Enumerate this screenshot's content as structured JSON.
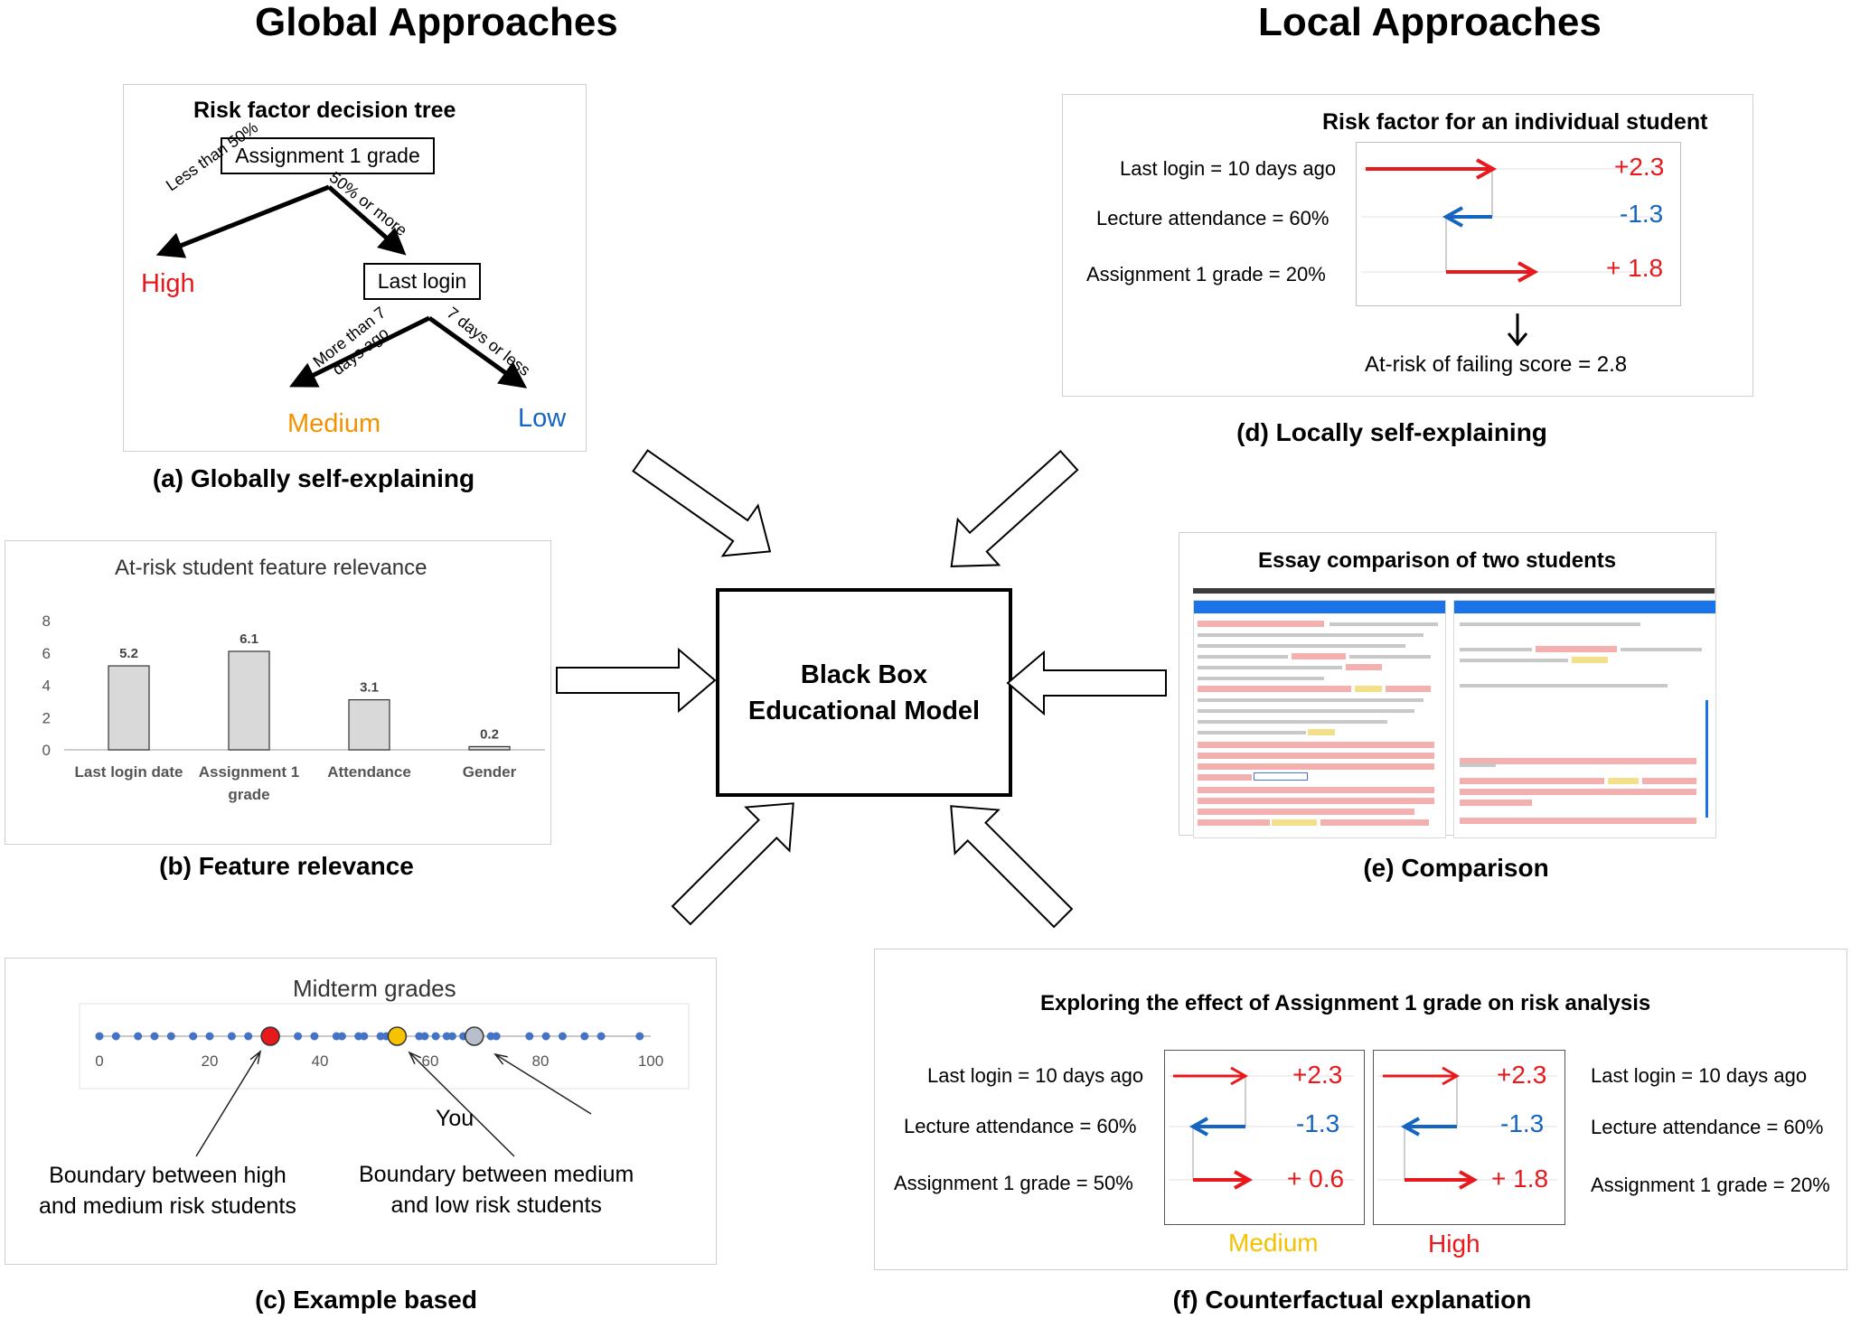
{
  "headings": {
    "global": "Global Approaches",
    "local": "Local Approaches"
  },
  "center": {
    "line1": "Black Box",
    "line2": "Educational Model"
  },
  "panel_a": {
    "caption": "(a) Globally self-explaining",
    "title": "Risk factor decision tree",
    "root": "Assignment 1 grade",
    "edge_left": "Less than 50%",
    "edge_right": "50% or more",
    "leaf_high": "High",
    "node_login": "Last login",
    "edge_more": "More than 7 days ago",
    "edge_less": "7 days or less",
    "leaf_medium": "Medium",
    "leaf_low": "Low"
  },
  "panel_b": {
    "caption": "(b) Feature relevance",
    "chart_data": {
      "type": "bar",
      "title": "At-risk student feature relevance",
      "categories": [
        "Last login date",
        "Assignment 1 grade",
        "Attendance",
        "Gender"
      ],
      "values": [
        5.2,
        6.1,
        3.1,
        0.2
      ],
      "value_labels": [
        "5.2",
        "6.1",
        "3.1",
        "0.2"
      ],
      "ylim": [
        0,
        8
      ],
      "yticks": [
        "0",
        "2",
        "4",
        "6",
        "8"
      ],
      "bar_color": "#d9d9d9"
    }
  },
  "panel_c": {
    "caption": "(c) Example based",
    "chart_data": {
      "type": "scatter",
      "title": "Midterm grades",
      "xlim": [
        0,
        100
      ],
      "xticks": [
        "0",
        "20",
        "40",
        "60",
        "80",
        "100"
      ],
      "points": [
        0,
        3,
        7,
        10,
        13,
        17,
        20,
        24,
        27,
        31,
        36,
        39,
        43,
        44,
        47,
        48,
        51,
        52,
        55,
        58,
        59,
        61,
        63,
        64,
        66,
        67,
        68,
        71,
        72,
        78,
        81,
        84,
        88,
        91,
        98
      ],
      "highlight_high_medium": 31,
      "highlight_you": 54,
      "highlight_medium_low": 68,
      "point_color": "#4472c4",
      "high_color": "#e8191c",
      "you_color": "#f7c300",
      "medium_low_color": "#b8bfcc"
    },
    "label_you": "You",
    "label_hm_1": "Boundary between high",
    "label_hm_2": "and medium risk students",
    "label_ml_1": "Boundary between medium",
    "label_ml_2": "and low risk students"
  },
  "panel_d": {
    "caption": "(d) Locally self-explaining",
    "title": "Risk factor for an individual student",
    "rows": [
      {
        "label": "Last login = 10 days ago",
        "value": "+2.3"
      },
      {
        "label": "Lecture attendance = 60%",
        "value": "-1.3"
      },
      {
        "label": "Assignment 1 grade = 20%",
        "value": "+ 1.8"
      }
    ],
    "result": "At-risk of failing score = 2.8"
  },
  "panel_e": {
    "caption": "(e) Comparison",
    "title": "Essay comparison of two students"
  },
  "panel_f": {
    "caption": "(f) Counterfactual  explanation",
    "title": "Exploring the effect of Assignment 1 grade on risk analysis",
    "left_rows": [
      {
        "label": "Last login = 10 days ago",
        "value": "+2.3"
      },
      {
        "label": "Lecture attendance = 60%",
        "value": "-1.3"
      },
      {
        "label": "Assignment 1 grade = 50%",
        "value": "+ 0.6"
      }
    ],
    "right_rows": [
      {
        "label": "Last login = 10 days ago",
        "value": "+2.3"
      },
      {
        "label": "Lecture attendance = 60%",
        "value": "-1.3"
      },
      {
        "label": "Assignment 1 grade = 20%",
        "value": "+ 1.8"
      }
    ],
    "left_outcome": "Medium",
    "right_outcome": "High"
  }
}
